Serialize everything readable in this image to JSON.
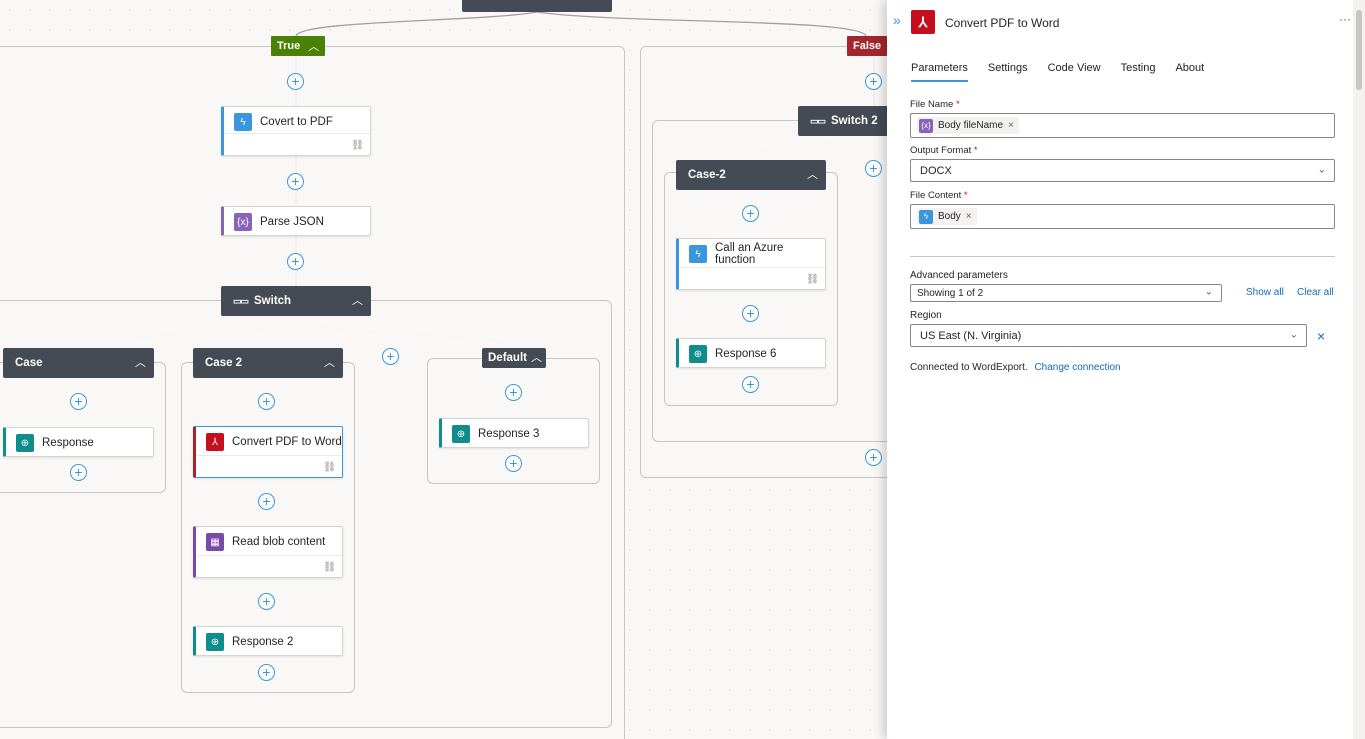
{
  "canvas": {
    "branches": {
      "true_label": "True",
      "false_label": "False"
    },
    "actions": {
      "covert_to_pdf": "Covert to PDF",
      "parse_json": "Parse JSON",
      "switch": "Switch",
      "case": "Case",
      "case2": "Case 2",
      "default": "Default",
      "response": "Response",
      "convert_pdf_to_word": "Convert PDF to Word",
      "read_blob_content": "Read blob content",
      "response2": "Response 2",
      "response3": "Response 3",
      "switch2": "Switch 2",
      "case_2": "Case-2",
      "call_azure_function": "Call an Azure function",
      "response6": "Response 6"
    },
    "add_symbol": "+",
    "chevron_up": "^"
  },
  "panel": {
    "title": "Convert PDF to Word",
    "more": "···",
    "tabs": [
      "Parameters",
      "Settings",
      "Code View",
      "Testing",
      "About"
    ],
    "active_tab": "Parameters",
    "file_name": {
      "label": "File Name",
      "required": "*",
      "token": "Body fileName"
    },
    "output_format": {
      "label": "Output Format",
      "required": "*",
      "value": "DOCX"
    },
    "file_content": {
      "label": "File Content",
      "required": "*",
      "token": "Body"
    },
    "advanced": {
      "label": "Advanced parameters",
      "value": "Showing 1 of 2",
      "show_all": "Show all",
      "clear_all": "Clear all"
    },
    "region": {
      "label": "Region",
      "value": "US East (N. Virginia)"
    },
    "connection": {
      "text": "Connected to WordExport.",
      "change_link": "Change connection"
    }
  },
  "colors": {
    "accent": "#3a96dd",
    "true_badge": "#498205",
    "false_badge": "#a4262c",
    "dark_header": "#454b55",
    "pdf_red": "#c50f1f",
    "expression_purple": "#8764b8",
    "response_teal": "#0f8c8c"
  }
}
